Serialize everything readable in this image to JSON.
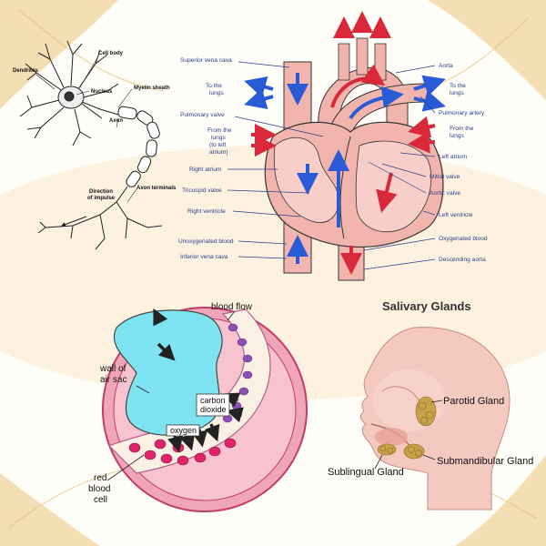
{
  "neuron": {
    "labels": {
      "cell_body": "Cell body",
      "dendrites": "Dendrites",
      "myelin_sheath": "Myelin sheath",
      "nucleus": "Nucleus",
      "axon": "Axon",
      "axon_terminals": "Axon terminals",
      "direction_line1": "Direction",
      "direction_line2": "of impulse"
    }
  },
  "heart": {
    "labels": {
      "superior_vena_cava": "Superior vena cava",
      "to_lungs_left_1": "To the",
      "to_lungs_left_2": "lungs",
      "pulmonary_valve": "Pulmonary valve",
      "from_lungs_left_1": "From the",
      "from_lungs_left_2": "lungs",
      "from_lungs_left_3": "(to left",
      "from_lungs_left_4": "atrium)",
      "right_atrium": "Right atrium",
      "tricuspid_valve": "Tricuspid valve",
      "right_ventricle": "Right ventricle",
      "unoxygenated_blood": "Unoxygenated blood",
      "inferior_vena_cava": "Inferior vena cava",
      "aorta": "Aorta",
      "to_lungs_right_1": "To the",
      "to_lungs_right_2": "lungs",
      "pulmonary_artery": "Pulmonary artery",
      "from_lungs_right_1": "From the",
      "from_lungs_right_2": "lungs",
      "left_atrium": "Left atrium",
      "mitral_valve": "Mitral valve",
      "aortic_valve": "Aortic valve",
      "left_ventricle": "Left ventricle",
      "oxygenated_blood": "Oxygenated blood",
      "descending_aorta": "Descending aorta"
    }
  },
  "alveolus": {
    "labels": {
      "blood_flow": "blood flow",
      "wall_1": "wall of",
      "wall_2": "air sac",
      "carbon_1": "carbon",
      "carbon_2": "dioxide",
      "oxygen": "oxygen",
      "rbc_1": "red",
      "rbc_2": "blood",
      "rbc_3": "cell"
    }
  },
  "salivary": {
    "title": "Salivary Glands",
    "labels": {
      "parotid": "Parotid Gland",
      "submandibular": "Submandibular Gland",
      "sublingual": "Sublingual Gland"
    }
  },
  "colors": {
    "gold": "#e9c98a",
    "blue_flow": "#2a5bd7",
    "red_flow": "#d8283a",
    "heart_pink": "#f2b5ad",
    "label_blue": "#2a3f8f",
    "alveolus_cyan": "#7fe4f2",
    "skin": "#f4c9c0",
    "gland": "#c8a24a"
  }
}
